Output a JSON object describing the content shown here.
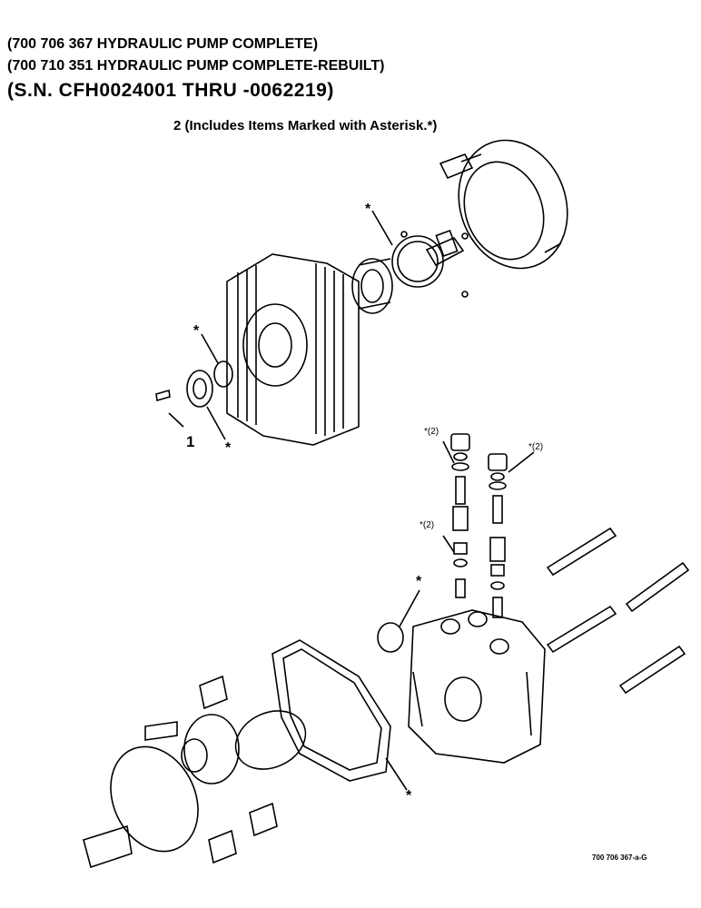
{
  "header": {
    "line1": "(700 706 367 HYDRAULIC PUMP COMPLETE)",
    "line2": "(700 710 351 HYDRAULIC PUMP COMPLETE-REBUILT)",
    "line3": "(S.N. CFH0024001 THRU -0062219)"
  },
  "callout_2": "2 (Includes Items Marked with Asterisk.*)",
  "labels": {
    "item1": "1",
    "asterisk": "*",
    "asterisk_qty2": "*(2)"
  },
  "drawing_code": "700 706 367-a-G"
}
